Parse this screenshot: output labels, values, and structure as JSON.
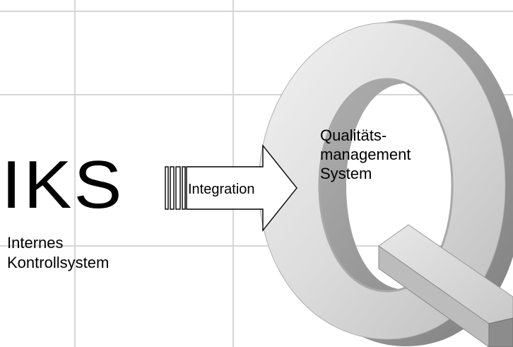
{
  "iks": {
    "title": "IKS",
    "subtitle_line1": "Internes",
    "subtitle_line2": "Kontrollsystem"
  },
  "arrow": {
    "label": "Integration"
  },
  "qm": {
    "line1": "Qualitäts-",
    "line2": "management",
    "line3": "System",
    "icon": "3d-letter-q-icon"
  },
  "colors": {
    "background": "#ffffff",
    "grid": "#d6d6d6",
    "q_light": "#e4e4e4",
    "q_mid": "#c2c2c2",
    "q_dark": "#8e8e8e",
    "text": "#000000"
  }
}
